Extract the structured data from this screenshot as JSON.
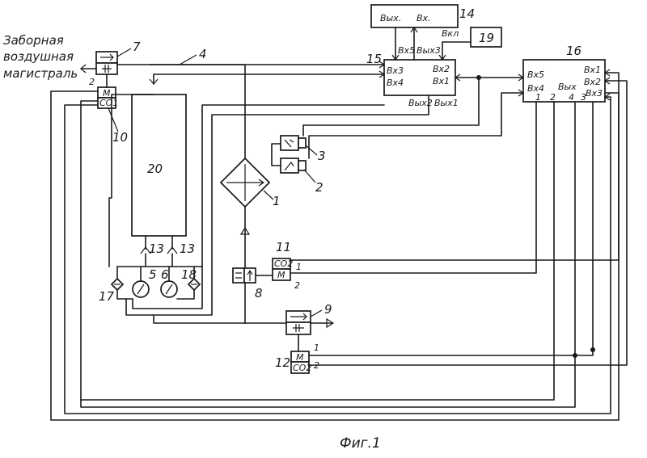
{
  "diagram": {
    "title_lines": [
      "Заборная",
      "воздушная",
      "магистраль"
    ],
    "caption": "Фиг.1",
    "refs": {
      "r1": "1",
      "r2": "2",
      "r3": "3",
      "r4": "4",
      "r5": "5",
      "r6": "6",
      "r7": "7",
      "r8": "8",
      "r9": "9",
      "r10": "10",
      "r11": "11",
      "r12": "12",
      "r13a": "13",
      "r13b": "13",
      "r14": "14",
      "r15": "15",
      "r16": "16",
      "r17": "17",
      "r18": "18",
      "r19": "19",
      "r20": "20"
    },
    "block14": {
      "out": "Вых.",
      "in": "Вх."
    },
    "block15": {
      "in3": "Вх3",
      "in4": "Вх4",
      "in2": "Вх2",
      "in1": "Вх1",
      "in5": "Вх5",
      "out3": "Вых3",
      "out2": "Вых2",
      "out1": "Вых1",
      "kl": "Вкл"
    },
    "block16": {
      "in5": "Вх5",
      "in4": "Вх4",
      "in1": "Вх1",
      "in2": "Вх2",
      "in3": "Вх3",
      "out": "Вых",
      "p1": "1",
      "p2": "2",
      "p4": "4",
      "p3": "3"
    },
    "sensor10": {
      "m": "М",
      "co": "СО1",
      "pin": "2"
    },
    "sensor11": {
      "m": "М",
      "co": "СО2",
      "p1": "1",
      "p2": "2"
    },
    "sensor12": {
      "m": "М",
      "co": "СО2",
      "p1": "1",
      "p2": "2"
    }
  }
}
